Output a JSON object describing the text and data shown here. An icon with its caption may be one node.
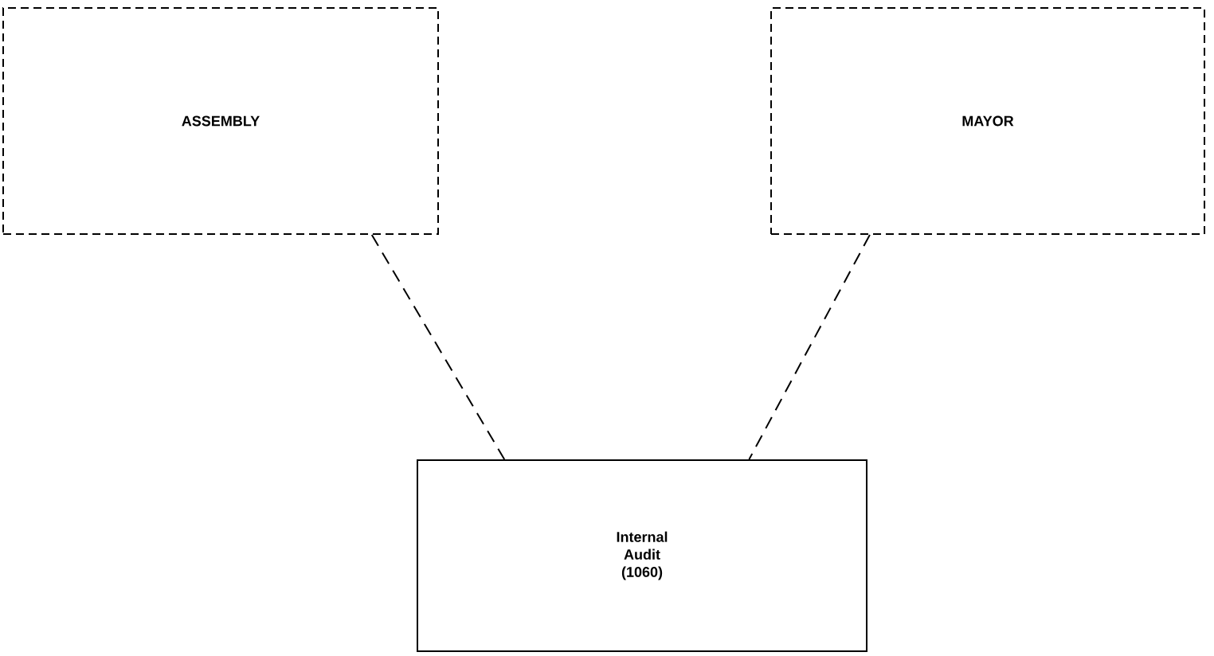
{
  "diagram": {
    "nodes": [
      {
        "text": [
          "ASSEMBLY"
        ]
      },
      {
        "text": [
          "MAYOR"
        ]
      },
      {
        "text": [
          "Internal Audit (1060)"
        ]
      }
    ],
    "edges": [
      {
        "from": 0,
        "to": 2,
        "arrow": "none",
        "style": "dashed"
      },
      {
        "from": 1,
        "to": 2,
        "arrow": "none",
        "style": "dashed"
      }
    ]
  }
}
